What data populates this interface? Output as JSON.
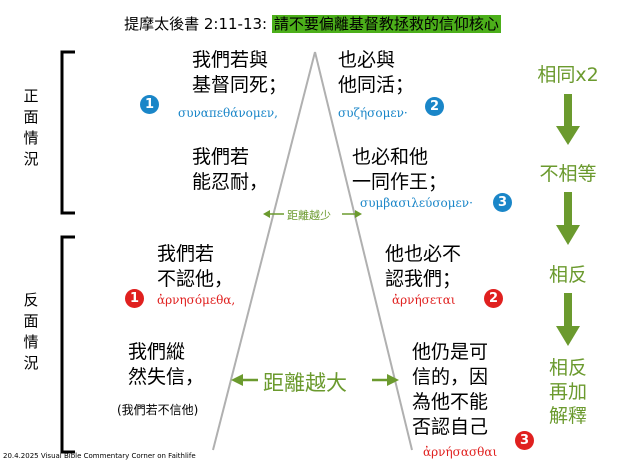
{
  "title": {
    "prefix": "提摩太後書 2:11-13: ",
    "highlight": "請不要偏離基督教拯救的信仰核心"
  },
  "sections": {
    "positive": "正面情況",
    "negative": "反面情況"
  },
  "clauses": [
    {
      "num": "1",
      "color": "blue",
      "left_text": "我們若與\n基督同死；",
      "right_text": "也必與\n他同活；",
      "left_greek": "συναπεθάνομεν,",
      "right_greek": "συζήσομεν·"
    },
    {
      "num": "3",
      "color": "blue",
      "left_text": "我們若\n能忍耐，",
      "right_text": "也必和他\n一同作王；",
      "right_greek": "συμβασιλεύσομεν·"
    },
    {
      "num": "1",
      "color": "red",
      "left_text": "我們若\n不認他，",
      "right_text": "他也必不\n認我們；",
      "left_greek": "ἀρνησόμεθα,",
      "right_greek": "ἀρνήσεται",
      "right_num": "2"
    },
    {
      "num": "3",
      "color": "red",
      "left_text": "我們縱\n然失信，",
      "left_note": "(我們若不信他)",
      "right_text": "他仍是可\n信的，因\n為他不能\n否認自己",
      "right_greek": "ἀρνήσασθαι"
    }
  ],
  "extra_badges": {
    "blue_2": "2"
  },
  "distance": {
    "small": "距離越少",
    "large": "距離越大"
  },
  "right_column": [
    "相同x2",
    "不相等",
    "相反",
    "相反\n再加\n解釋"
  ],
  "footer": "20.4.2025 Visual Bible Commentary Corner on Faithlife",
  "colors": {
    "highlight": "#4caf1a",
    "green_text": "#6b9a2e",
    "blue": "#1a86c8",
    "red": "#e0201f",
    "triangle": "#b0b0b0"
  }
}
